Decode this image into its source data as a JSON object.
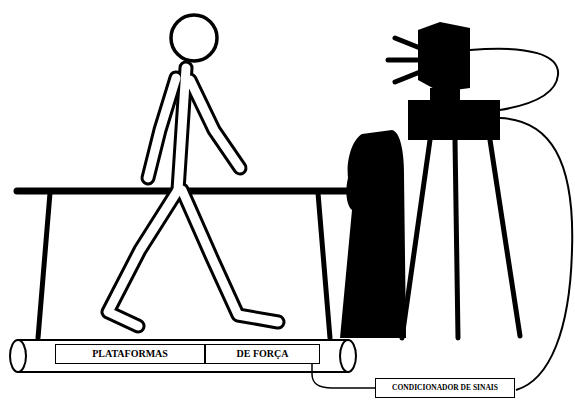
{
  "diagram": {
    "nodes": [
      {
        "text": [
          "PLATAFORMAS"
        ]
      },
      {
        "text": [
          "DE FORÇA"
        ]
      },
      {
        "text": [
          "CONDICIONADOR DE SINAIS"
        ]
      }
    ],
    "edges": [
      {
        "from": 1,
        "to": 2,
        "arrow": "none"
      }
    ]
  }
}
